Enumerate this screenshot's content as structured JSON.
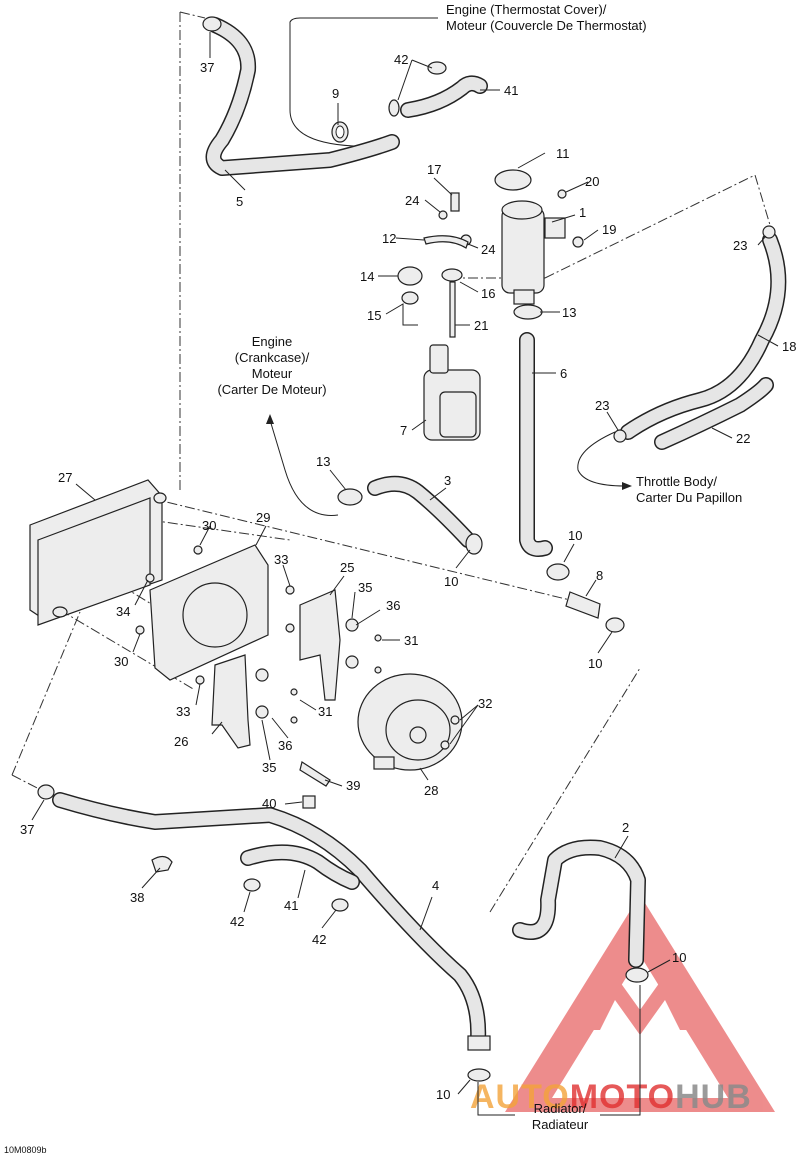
{
  "diagram": {
    "callouts": {
      "c1": "1",
      "c2": "2",
      "c3": "3",
      "c4": "4",
      "c5": "5",
      "c6": "6",
      "c7": "7",
      "c8": "8",
      "c9": "9",
      "c10a": "10",
      "c10b": "10",
      "c10c": "10",
      "c10d": "10",
      "c10e": "10",
      "c11": "11",
      "c12": "12",
      "c13a": "13",
      "c13b": "13",
      "c14": "14",
      "c15": "15",
      "c16": "16",
      "c17": "17",
      "c18": "18",
      "c19": "19",
      "c20": "20",
      "c21": "21",
      "c22": "22",
      "c23a": "23",
      "c23b": "23",
      "c24a": "24",
      "c24b": "24",
      "c25": "25",
      "c26": "26",
      "c27": "27",
      "c28": "28",
      "c29": "29",
      "c30a": "30",
      "c30b": "30",
      "c31a": "31",
      "c31b": "31",
      "c32": "32",
      "c33a": "33",
      "c33b": "33",
      "c34": "34",
      "c35a": "35",
      "c35b": "35",
      "c36a": "36",
      "c36b": "36",
      "c37a": "37",
      "c37b": "37",
      "c38": "38",
      "c39": "39",
      "c40": "40",
      "c41a": "41",
      "c41b": "41",
      "c42a": "42",
      "c42b": "42",
      "c42c": "42"
    },
    "notes": {
      "thermostat_line1": "Engine (Thermostat Cover)/",
      "thermostat_line2": "Moteur (Couvercle De Thermostat)",
      "crankcase_line1": "Engine",
      "crankcase_line2": "(Crankcase)/",
      "crankcase_line3": "Moteur",
      "crankcase_line4": "(Carter De Moteur)",
      "throttle_line1": "Throttle Body/",
      "throttle_line2": "Carter Du Papillon",
      "radiator_line1": "Radiator/",
      "radiator_line2": "Radiateur"
    },
    "figure_code": "10M0809b",
    "watermark": {
      "text_auto": "AUTO",
      "text_moto": "MOTO",
      "text_hub": "HUB",
      "colors": {
        "red": "#e03030",
        "orange": "#f2a33a",
        "gray": "#8a8a8a"
      }
    }
  }
}
